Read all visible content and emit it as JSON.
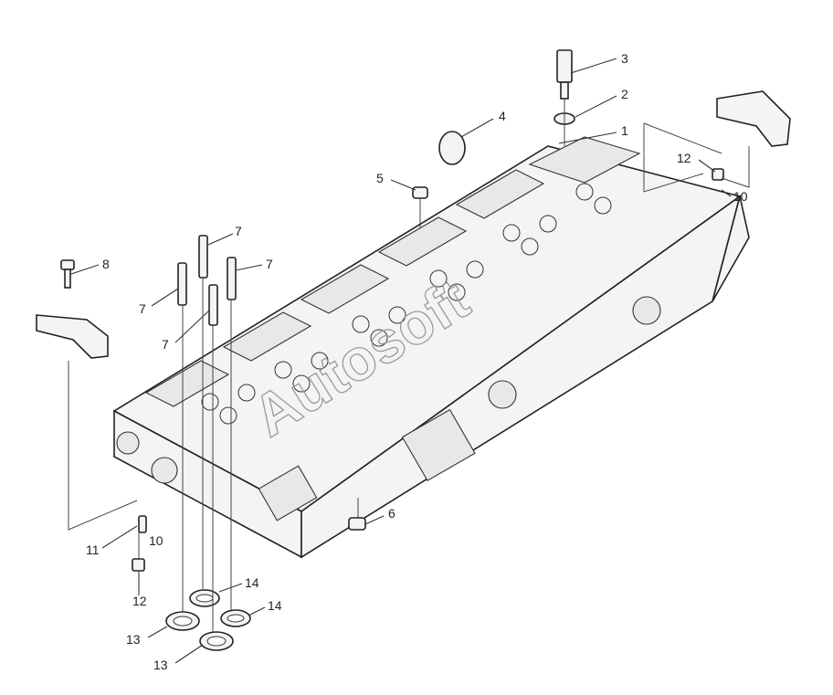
{
  "callouts": [
    "1",
    "2",
    "3",
    "4",
    "5",
    "6",
    "7",
    "8",
    "10",
    "11",
    "12",
    "13",
    "14"
  ],
  "watermark": "Autosoft"
}
